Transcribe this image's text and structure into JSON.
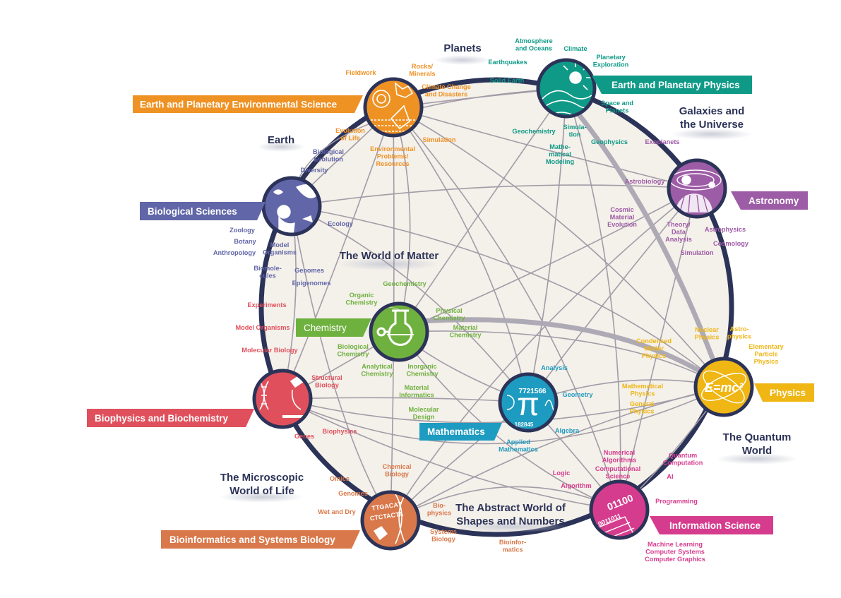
{
  "colors": {
    "earth_env": "#ef9224",
    "earth_phys": "#0f9a87",
    "astronomy": "#9d5ca6",
    "bio": "#6166a8",
    "chemistry": "#6fb13f",
    "physics": "#efb614",
    "biophys": "#e0505c",
    "math": "#1e9bc0",
    "bioinfo": "#d9784a",
    "info": "#d63c8e",
    "ring": "#2c3358",
    "links": "#a29ca7"
  },
  "fields": {
    "earth_env": {
      "name": "Earth and Planetary Environmental Science",
      "icon": "rock-fossil-icon"
    },
    "earth_phys": {
      "name": "Earth and Planetary Physics",
      "icon": "earth-sun-icon"
    },
    "astronomy": {
      "name": "Astronomy",
      "icon": "telescope-planets-icon"
    },
    "bio": {
      "name": "Biological Sciences",
      "icon": "monkey-leaf-icon"
    },
    "chemistry": {
      "name": "Chemistry",
      "icon": "flask-icon"
    },
    "physics": {
      "name": "Physics",
      "icon": "emc2-icon"
    },
    "biophys": {
      "name": "Biophysics and Biochemistry",
      "icon": "microscope-dna-icon"
    },
    "math": {
      "name": "Mathematics",
      "icon": "pi-icon"
    },
    "bioinfo": {
      "name": "Bioinformatics and Systems Biology",
      "icon": "dna-sequence-icon"
    },
    "info": {
      "name": "Information Science",
      "icon": "binary-chip-icon"
    }
  },
  "regions": {
    "planets": "Planets",
    "earth": "Earth",
    "galaxies_1": "Galaxies and",
    "galaxies_2": "the Universe",
    "matter": "The World of Matter",
    "quantum_1": "The Quantum",
    "quantum_2": "World",
    "microscopic_1": "The Microscopic",
    "microscopic_2": "World of Life",
    "abstract_1": "The Abstract World of",
    "abstract_2": "Shapes and Numbers"
  },
  "math_icon_text": {
    "a": "7721566",
    "b": "182845"
  },
  "topics": {
    "fieldwork": [
      "Fieldwork"
    ],
    "rocks": [
      "Rocks/",
      "Minerals"
    ],
    "climate_change": [
      "Climate Change",
      "and Disasters"
    ],
    "evolution_life": [
      "Evolution",
      "of Life"
    ],
    "env_problems": [
      "Environmental",
      "Problems/",
      "Resources"
    ],
    "env_simulation": [
      "Simulation"
    ],
    "atmosphere": [
      "Atmosphere",
      "and Oceans"
    ],
    "climate": [
      "Climate"
    ],
    "earthquakes": [
      "Earthquakes"
    ],
    "planetary_exploration": [
      "Planetary",
      "Exploration"
    ],
    "solid_earth": [
      "Solid Earth"
    ],
    "space_planets": [
      "Space and",
      "Planets"
    ],
    "geochem_ep": [
      "Geochemistry"
    ],
    "simulation_ep": [
      "Simula-",
      "tion"
    ],
    "math_modeling": [
      "Mathe-",
      "matical",
      "Modeling"
    ],
    "geophysics": [
      "Geophysics"
    ],
    "exoplanets": [
      "Exoplanets"
    ],
    "astrobiology": [
      "Astrobiology"
    ],
    "cosmic_material": [
      "Cosmic",
      "Material",
      "Evolution"
    ],
    "theory_data": [
      "Theory/",
      "Data",
      "Analysis"
    ],
    "astrophysics": [
      "Astrophysics"
    ],
    "cosmology": [
      "Cosmology"
    ],
    "simulation_astro": [
      "Simulation"
    ],
    "bio_evolution": [
      "Biological",
      "Evolution"
    ],
    "diversity": [
      "Diversity"
    ],
    "zoology": [
      "Zoology"
    ],
    "botany": [
      "Botany"
    ],
    "anthropology": [
      "Anthropology"
    ],
    "model_org_bio": [
      "Model",
      "Organisms"
    ],
    "ecology": [
      "Ecology"
    ],
    "biomolecules": [
      "Biomole-",
      "cules"
    ],
    "genomes_bio": [
      "Genomes"
    ],
    "epigenomes": [
      "Epigenomes"
    ],
    "geochem_chem": [
      "Geochemistry"
    ],
    "organic_chem": [
      "Organic",
      "Chemistry"
    ],
    "physical_chem": [
      "Physical",
      "Chemistry"
    ],
    "material_chem": [
      "Material",
      "Chemistry"
    ],
    "bio_chem": [
      "Biological",
      "Chemistry"
    ],
    "analytical_chem": [
      "Analytical",
      "Chemistry"
    ],
    "inorganic_chem": [
      "Inorganic",
      "Chemistry"
    ],
    "material_inf": [
      "Material",
      "Informatics"
    ],
    "molecular_design": [
      "Molecular",
      "Design"
    ],
    "nuclear_phys": [
      "Nuclear",
      "Physics"
    ],
    "astro_phys": [
      "Astro-",
      "physics"
    ],
    "elementary_particle": [
      "Elementary",
      "Particle",
      "Physics"
    ],
    "condensed_matter": [
      "Condensed",
      "Matter",
      "Physics"
    ],
    "math_phys": [
      "Mathematical",
      "Physics"
    ],
    "general_phys": [
      "General",
      "Physics"
    ],
    "experiments": [
      "Experiments"
    ],
    "model_org_bp": [
      "Model Organisms"
    ],
    "molecular_bio": [
      "Molecular Biology"
    ],
    "structural_bio": [
      "Structural",
      "Biology"
    ],
    "genes": [
      "Genes"
    ],
    "biophysics_bp": [
      "Biophysics"
    ],
    "analysis": [
      "Analysis"
    ],
    "geometry": [
      "Geometry"
    ],
    "algebra": [
      "Algebra"
    ],
    "applied_math": [
      "Applied",
      "Mathematics"
    ],
    "chemical_bio": [
      "Chemical",
      "Biology"
    ],
    "omics": [
      "Omics"
    ],
    "genomes_bi": [
      "Genomes"
    ],
    "wet_dry": [
      "Wet and Dry"
    ],
    "biophysics_bi": [
      "Bio-",
      "physics"
    ],
    "systems_bio": [
      "Systems",
      "Biology"
    ],
    "bioinformatics": [
      "Bioinfor-",
      "matics"
    ],
    "numerical_alg": [
      "Numerical",
      "Algorithms"
    ],
    "comp_science": [
      "Computational",
      "Science"
    ],
    "logic": [
      "Logic"
    ],
    "algorithm": [
      "Algorithm"
    ],
    "quantum_comp": [
      "Quantum",
      "Computation"
    ],
    "ai": [
      "AI"
    ],
    "programming": [
      "Programming"
    ],
    "ml": [
      "Machine Learning",
      "Computer Systems",
      "Computer Graphics"
    ]
  }
}
